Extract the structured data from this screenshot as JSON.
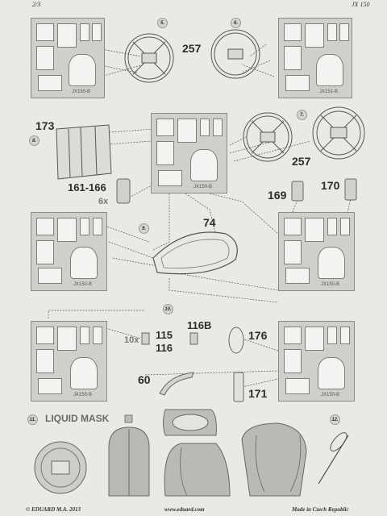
{
  "header": {
    "page": "2/3",
    "kit_code": "JX 150"
  },
  "steps": [
    "5.",
    "6.",
    "7.",
    "8.",
    "9.",
    "10.",
    "11.",
    "12."
  ],
  "part_numbers": {
    "p257a": "257",
    "p257b": "257",
    "p173": "173",
    "p161": "161-166",
    "x6": "6x",
    "p74": "74",
    "p169": "169",
    "p170": "170",
    "x10": "10x",
    "p115": "115",
    "p116": "116",
    "p116b": "116B",
    "p176": "176",
    "p60": "60",
    "p171": "171"
  },
  "fret_codes": [
    "JX150-B",
    "JX151-B",
    "JX150-B",
    "JX150-B",
    "JX150-B",
    "JX150-B",
    "JX150-B"
  ],
  "liquid_mask": "LIQUID MASK",
  "footer": {
    "copyright": "© EDUARD  M.A. 2013",
    "website": "www.eduard.com",
    "origin": "Made in Czech Republic"
  }
}
